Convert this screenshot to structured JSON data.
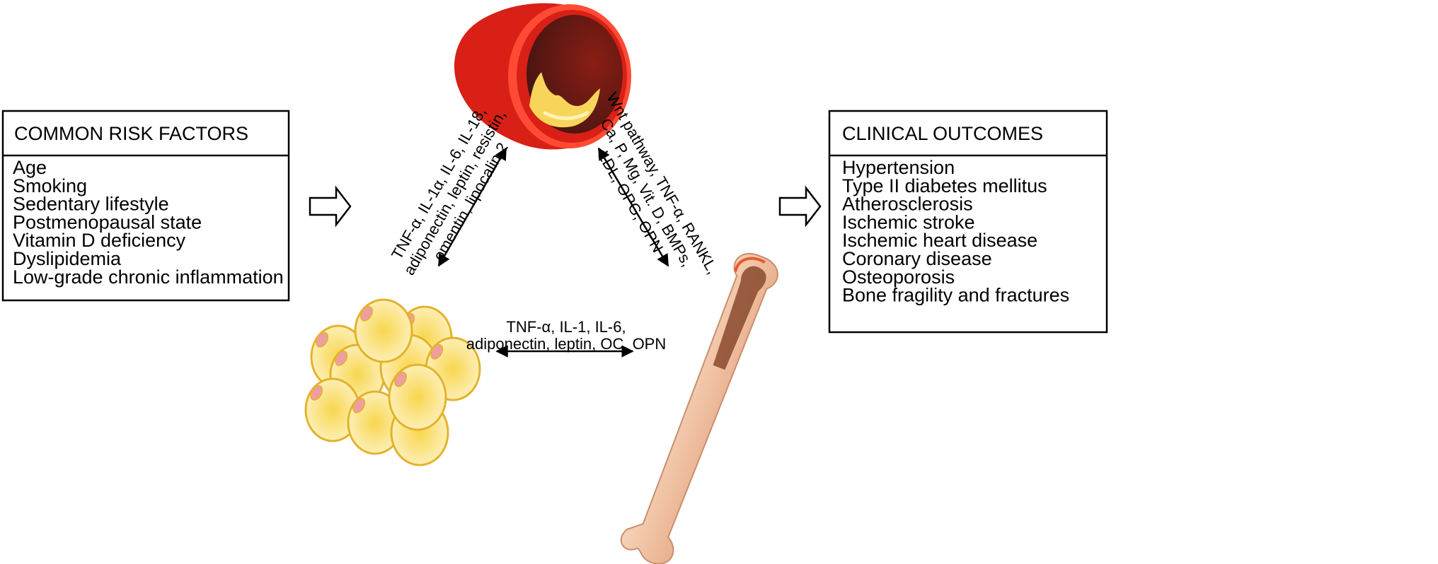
{
  "risk_factors": {
    "title": "COMMON RISK FACTORS",
    "items": [
      "Age",
      "Smoking",
      "Sedentary lifestyle",
      "Postmenopausal state",
      "Vitamin D deficiency",
      "Dyslipidemia",
      "Low-grade chronic inflammation"
    ]
  },
  "clinical_outcomes": {
    "title": "CLINICAL OUTCOMES",
    "items": [
      "Hypertension",
      "Type II diabetes mellitus",
      "Atherosclerosis",
      "Ischemic stroke",
      "Ischemic heart disease",
      "Coronary disease",
      "Osteoporosis",
      "Bone fragility and fractures"
    ]
  },
  "links": {
    "adipose_vessel": [
      "TNF-α, IL-1α, IL-6, IL-18,",
      "adiponectin, leptin, resistin,",
      "omentin, lipocalin 2"
    ],
    "vessel_bone": [
      "Wnt pathway, TNF-α, RANKL,",
      "Ca, P, Mg, Vit. D, BMPs,",
      "LDL, OPG, OPN"
    ],
    "adipose_bone": [
      "TNF-α, IL-1, IL-6,",
      "adiponectin, leptin, OC, OPN"
    ]
  },
  "colors": {
    "vessel": "#d92016",
    "plaque": "#f7d55a",
    "adipocyte": "#f9dc66",
    "bone": "#f3c8a8"
  }
}
